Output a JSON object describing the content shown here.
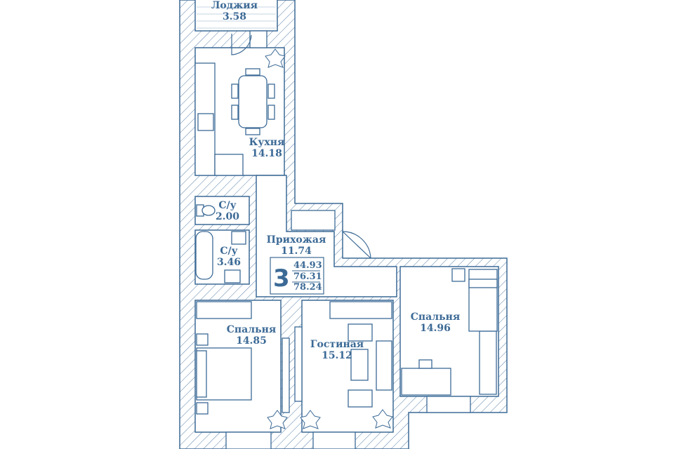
{
  "rooms": {
    "loggia": {
      "name": "Лоджия",
      "area": "3.58"
    },
    "kitchen": {
      "name": "Кухня",
      "area": "14.18"
    },
    "bath1": {
      "name": "С/у",
      "area": "2.00"
    },
    "bath2": {
      "name": "С/у",
      "area": "3.46"
    },
    "hall": {
      "name": "Прихожая",
      "area": "11.74"
    },
    "bedroom_left": {
      "name": "Спальня",
      "area": "14.85"
    },
    "living": {
      "name": "Гостиная",
      "area": "15.12"
    },
    "bedroom_right": {
      "name": "Спальня",
      "area": "14.96"
    }
  },
  "summary": {
    "rooms_count": "3",
    "living_area": "44.93",
    "total_area": "76.31",
    "total_with_loggia": "78.24"
  },
  "colors": {
    "line": "#3c6a96"
  }
}
